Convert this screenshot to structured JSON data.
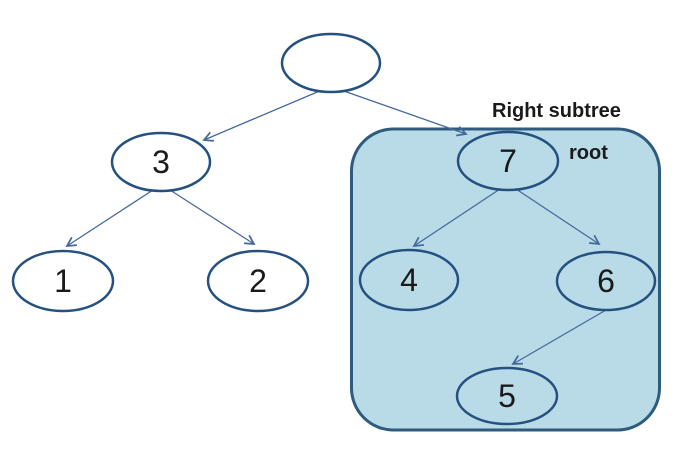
{
  "diagram": {
    "type": "binary-tree",
    "annotations": {
      "right_subtree": "Right subtree",
      "root": "root"
    },
    "nodes": {
      "root_empty": {
        "label": ""
      },
      "n3": {
        "label": "3"
      },
      "n1": {
        "label": "1"
      },
      "n2": {
        "label": "2"
      },
      "n7": {
        "label": "7"
      },
      "n4": {
        "label": "4"
      },
      "n6": {
        "label": "6"
      },
      "n5": {
        "label": "5"
      }
    },
    "edges": [
      {
        "from": "root_empty",
        "to": "3"
      },
      {
        "from": "root_empty",
        "to": "7"
      },
      {
        "from": "3",
        "to": "1"
      },
      {
        "from": "3",
        "to": "2"
      },
      {
        "from": "7",
        "to": "4"
      },
      {
        "from": "7",
        "to": "6"
      },
      {
        "from": "6",
        "to": "5"
      }
    ],
    "highlighted_group": {
      "label": "Right subtree",
      "members": [
        "7",
        "4",
        "6",
        "5"
      ]
    }
  },
  "colors": {
    "background": "#ffffff",
    "node_stroke": "#255181",
    "edge_color": "#44699b",
    "box_fill": "#b9dbe7",
    "box_stroke": "#2f5b7e",
    "text_color": "#1a1a1a"
  }
}
